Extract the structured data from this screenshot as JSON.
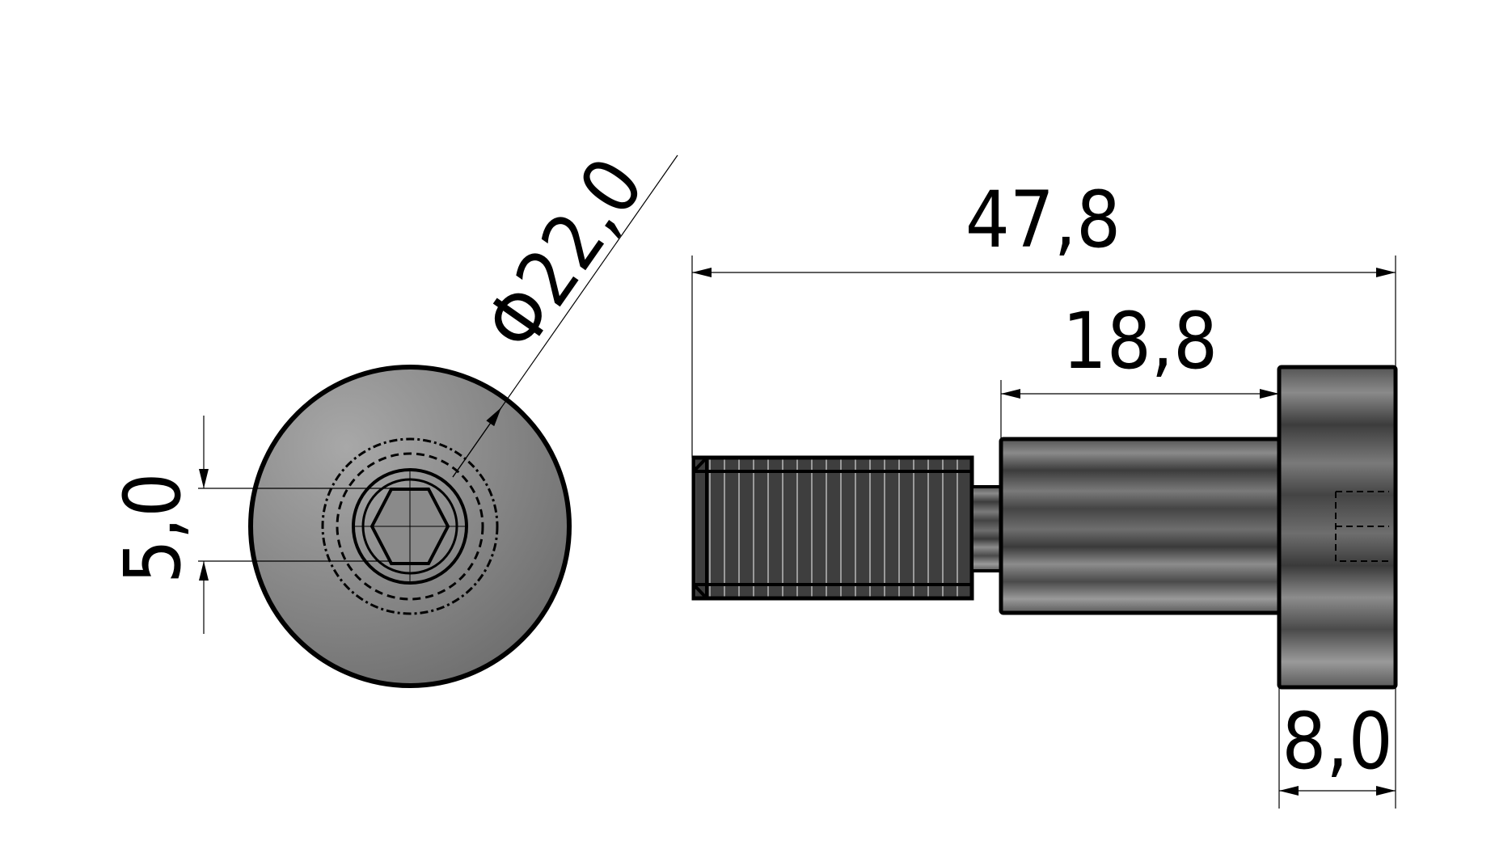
{
  "drawing": {
    "title": "Shoulder screw technical drawing",
    "views": [
      "end-view",
      "side-view"
    ],
    "colors": {
      "line": "#000000",
      "fill_light": "#a0a0a0",
      "fill_dark": "#3a3a3a",
      "background": "#ffffff"
    }
  },
  "dimensions": {
    "head_diameter": "Φ22,0",
    "overall_length": "47,8",
    "shoulder_length": "18,8",
    "head_thickness": "8,0",
    "hex_socket_size": "5,0"
  }
}
